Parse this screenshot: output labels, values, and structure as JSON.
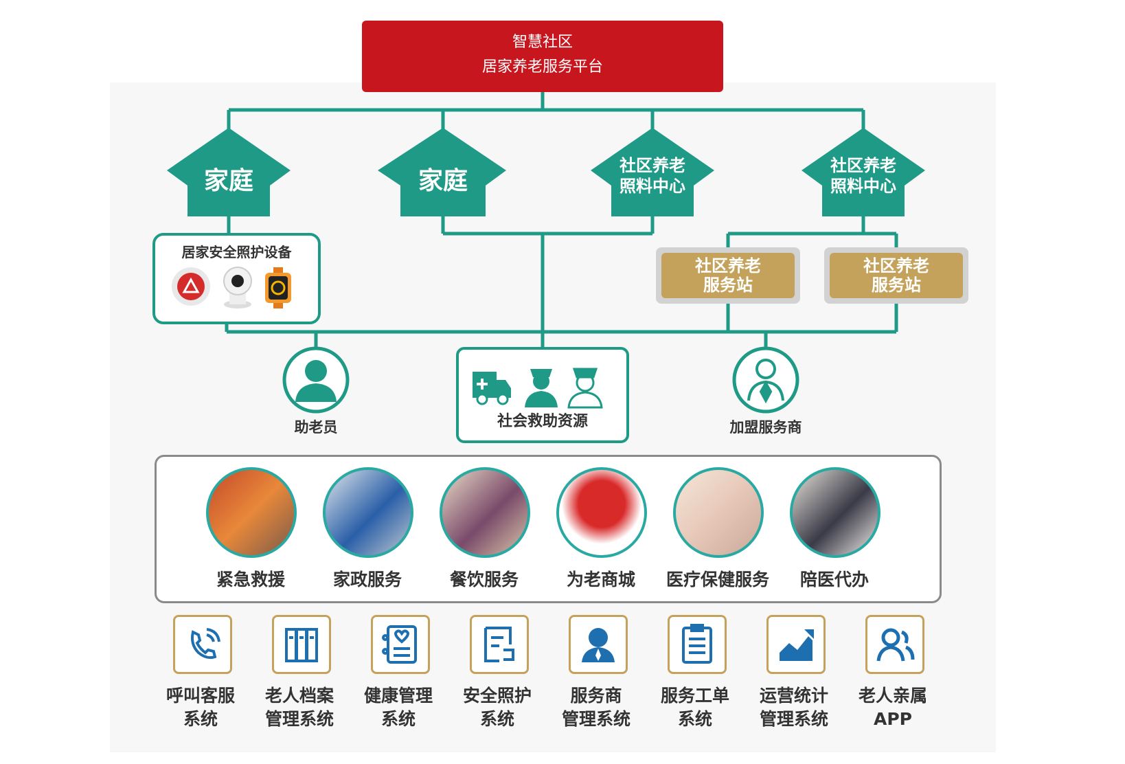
{
  "platform": {
    "line1": "智慧社区",
    "line2": "居家养老服务平台"
  },
  "houses": [
    {
      "line1": "家庭",
      "line2": ""
    },
    {
      "line1": "家庭",
      "line2": ""
    },
    {
      "line1": "社区养老",
      "line2": "照料中心"
    },
    {
      "line1": "社区养老",
      "line2": "照料中心"
    }
  ],
  "devices": {
    "title": "居家安全照护设备",
    "items": [
      "sos-button-icon",
      "camera-icon",
      "smartwatch-icon"
    ]
  },
  "stations": [
    {
      "line1": "社区养老",
      "line2": "服务站"
    },
    {
      "line1": "社区养老",
      "line2": "服务站"
    }
  ],
  "roles": {
    "helper": "助老员",
    "social": "社会救助资源",
    "franchise": "加盟服务商"
  },
  "services": [
    {
      "label": "紧急救援",
      "icon": "rescue-photo"
    },
    {
      "label": "家政服务",
      "icon": "housekeeping-photo"
    },
    {
      "label": "餐饮服务",
      "icon": "catering-photo"
    },
    {
      "label": "为老商城",
      "icon": "shopping-photo"
    },
    {
      "label": "医疗保健服务",
      "icon": "medical-photo"
    },
    {
      "label": "陪医代办",
      "icon": "escort-photo"
    }
  ],
  "systems": [
    {
      "line1": "呼叫客服",
      "line2": "系统",
      "icon": "phone-icon"
    },
    {
      "line1": "老人档案",
      "line2": "管理系统",
      "icon": "archive-icon"
    },
    {
      "line1": "健康管理",
      "line2": "系统",
      "icon": "health-icon"
    },
    {
      "line1": "安全照护",
      "line2": "系统",
      "icon": "safety-icon"
    },
    {
      "line1": "服务商",
      "line2": "管理系统",
      "icon": "provider-icon"
    },
    {
      "line1": "服务工单",
      "line2": "系统",
      "icon": "workorder-icon"
    },
    {
      "line1": "运营统计",
      "line2": "管理系统",
      "icon": "stats-icon"
    },
    {
      "line1": "老人亲属",
      "line2": "APP",
      "icon": "family-icon"
    }
  ],
  "colors": {
    "green": "#1e9a86",
    "red": "#c8161f",
    "gold": "#c4a25b"
  }
}
